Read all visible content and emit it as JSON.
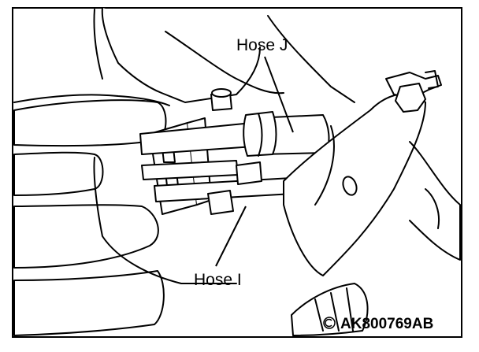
{
  "labels": {
    "hose_j": "Hose J",
    "hose_i": "Hose I"
  },
  "figure_id": "AK800769AB",
  "colors": {
    "ink": "#000000",
    "paper": "#ffffff"
  },
  "icons": {
    "figure_mark": "copyright-circle-icon"
  }
}
